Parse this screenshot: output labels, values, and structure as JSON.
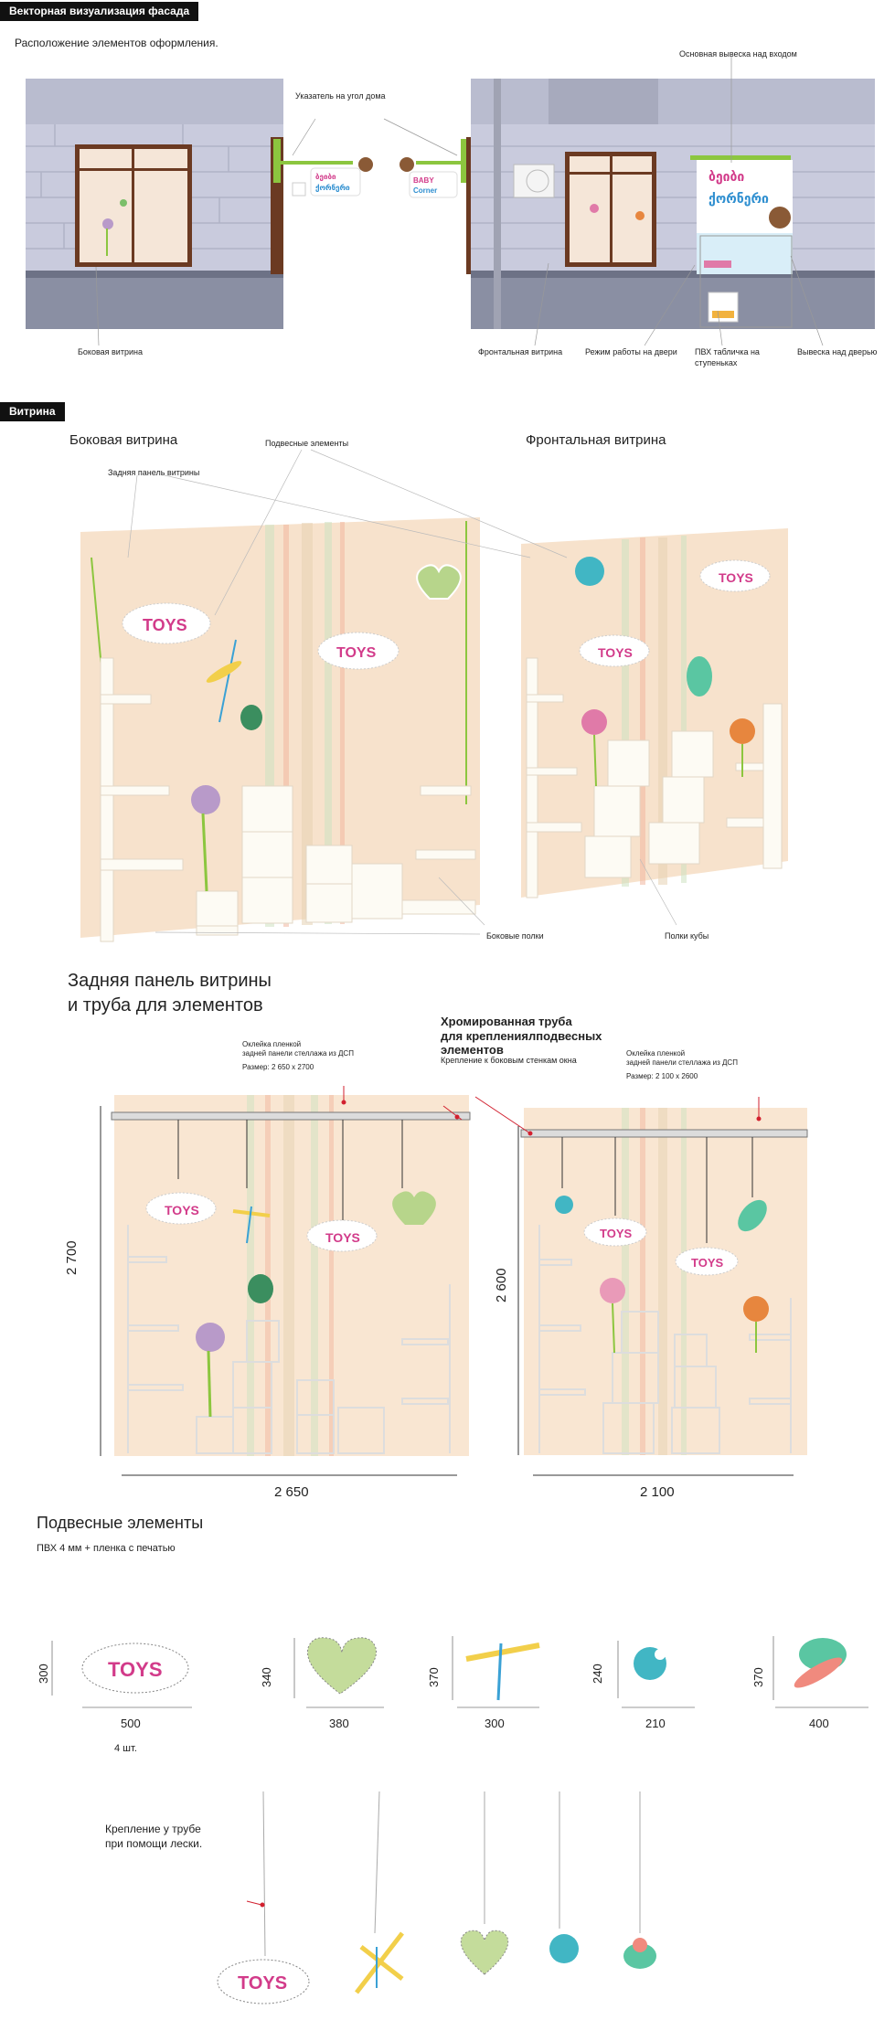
{
  "section1": {
    "tag": "Векторная визуализация фасада",
    "subtitle": "Расположение элементов оформления.",
    "labels": {
      "corner_sign": "Указатель на угол дома",
      "main_sign": "Основная вывеска над входом",
      "side_window": "Боковая витрина",
      "front_window": "Фронтальная витрина",
      "hours": "Режим работы на двери",
      "pvc_plate": "ПВХ табличка на ступеньках",
      "door_sign": "Вывеска над дверью"
    },
    "brand_georgian_1": "ბეიბი",
    "brand_georgian_2": "ქორნერი",
    "baby": "BABY",
    "corner": "Corner"
  },
  "section2": {
    "tag": "Витрина",
    "side_title": "Боковая витрина",
    "front_title": "Фронтальная витрина",
    "hanging": "Подвесные элементы",
    "back_panel": "Задняя панель витрины",
    "side_shelves": "Боковые полки",
    "cube_shelves": "Полки кубы"
  },
  "section3": {
    "title_line1": "Задняя панель витрины",
    "title_line2": "и труба для элементов",
    "pipe_title_1": "Хромированная труба",
    "pipe_title_2": "для креплениялподвесных",
    "pipe_title_3": "элементов",
    "pipe_note": "Крепление к боковым стенкам окна",
    "left_note_1": "Оклейка пленкой",
    "left_note_2": "задней панели стеллажа из ДСП",
    "left_note_3": "Размер: 2 650 х 2700",
    "right_note_1": "Оклейка пленкой",
    "right_note_2": "задней панели стеллажа из ДСП",
    "right_note_3": "Размер: 2 100 х 2600",
    "left_h": "2 700",
    "left_w": "2 650",
    "right_h": "2 600",
    "right_w": "2 100"
  },
  "section4": {
    "title": "Подвесные элементы",
    "subtitle": "ПВХ 4 мм + пленка с печатью",
    "items": [
      {
        "h": "300",
        "w": "500"
      },
      {
        "h": "340",
        "w": "380"
      },
      {
        "h": "370",
        "w": "300"
      },
      {
        "h": "240",
        "w": "210"
      },
      {
        "h": "370",
        "w": "400"
      }
    ],
    "qty": "4 шт.",
    "mount_1": "Крепление у трубе",
    "mount_2": "при помощи лески."
  },
  "toys": "TOYS",
  "colors": {
    "peach": "#f7e2cc",
    "wall": "#c9cbdd",
    "brown": "#6b3a22",
    "green": "#8cc63f",
    "shelf": "#fdfbf4"
  }
}
